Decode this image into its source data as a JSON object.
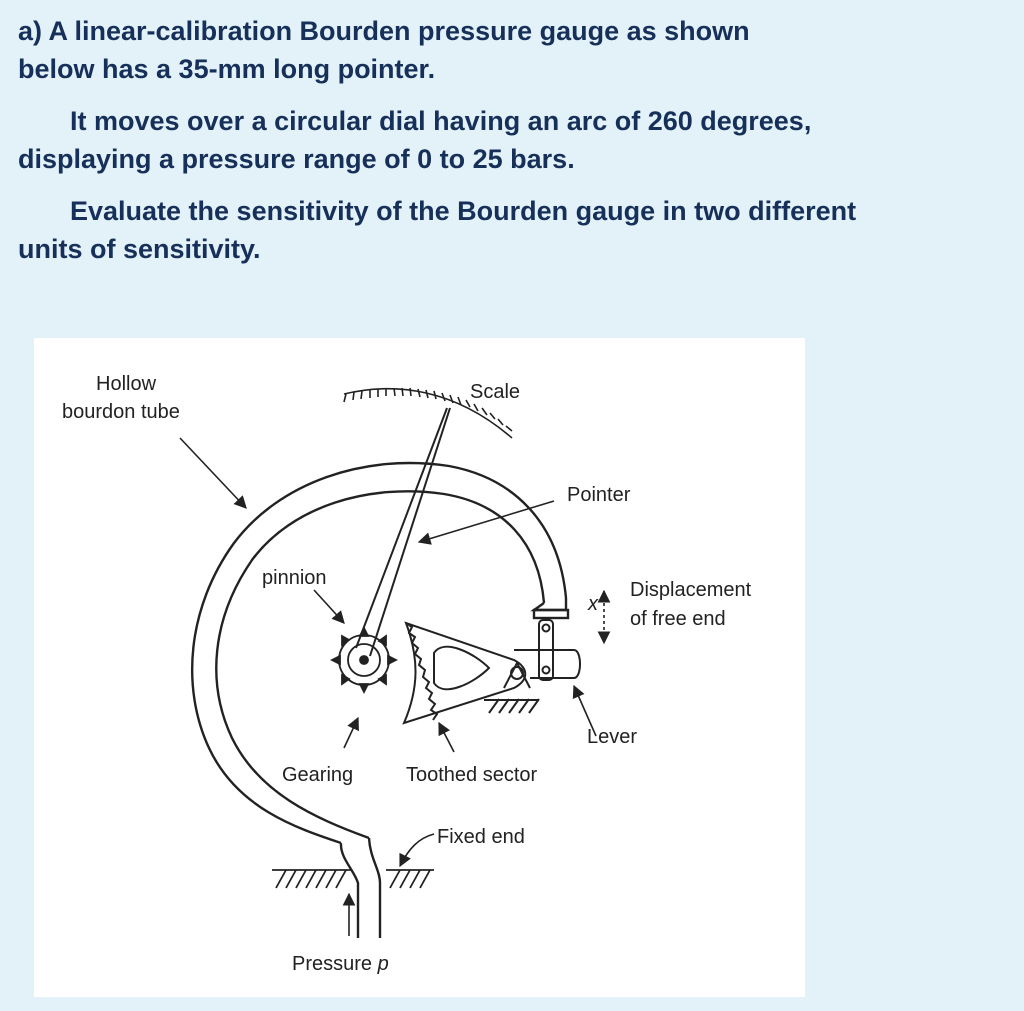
{
  "question": {
    "lines_1": [
      "a)  A linear-calibration Bourden pressure gauge as shown",
      "below has a 35-mm long pointer."
    ],
    "lines_2": [
      "It moves over a circular dial having an arc of 260 degrees,",
      "displaying a pressure range of 0 to 25 bars."
    ],
    "lines_3": [
      "Evaluate the sensitivity of the Bourden gauge in two different",
      "units of sensitivity."
    ]
  },
  "diagram": {
    "labels": {
      "hollow_1": "Hollow",
      "hollow_2": "bourdon tube",
      "scale": "Scale",
      "pointer": "Pointer",
      "pinnion": "pinnion",
      "x": "x",
      "displacement_1": "Displacement",
      "displacement_2": "of free end",
      "lever": "Lever",
      "gearing": "Gearing",
      "toothed_sector": "Toothed sector",
      "fixed_end": "Fixed end",
      "pressure": "Pressure",
      "pressure_symbol": "p"
    }
  }
}
